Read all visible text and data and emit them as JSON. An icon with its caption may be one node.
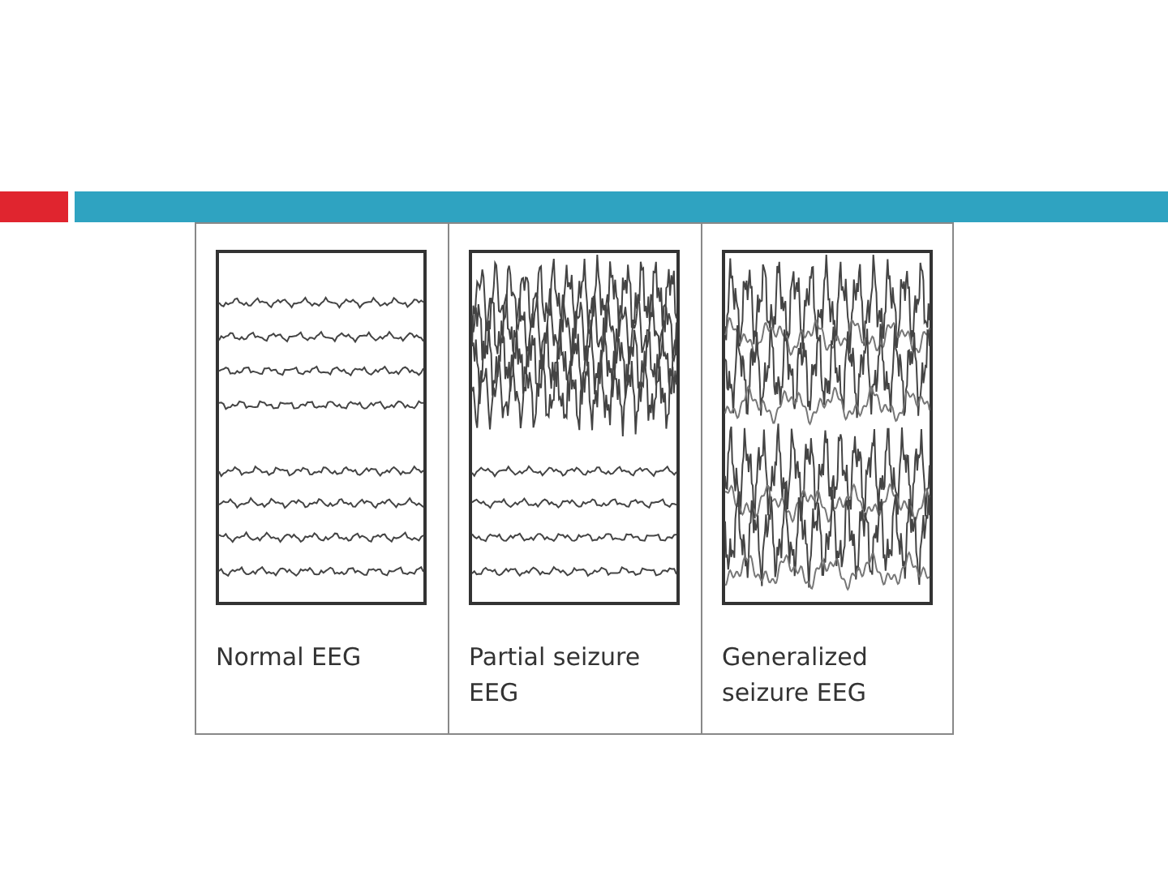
{
  "diagram": {
    "nodes": [
      {
        "text": [
          "Normal EEG"
        ]
      },
      {
        "text": [
          "Partial seizure EEG"
        ]
      },
      {
        "text": [
          "Generalized seizure EEG"
        ]
      }
    ],
    "edges": []
  }
}
